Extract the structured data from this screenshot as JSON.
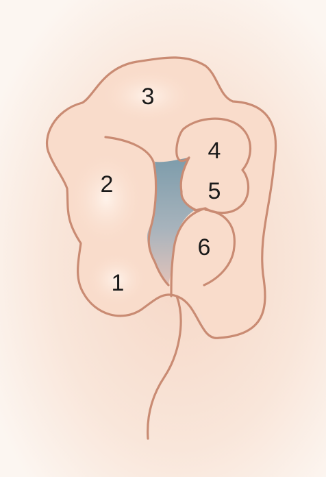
{
  "diagram": {
    "labels": [
      "1",
      "2",
      "3",
      "4",
      "5",
      "6"
    ]
  },
  "colors": {
    "background": "#fbf4ef",
    "body_fill": "#f9ddcd",
    "outline": "#c98b73",
    "cavity_top": "#7d9cab",
    "cavity_bottom": "#d8b7b0"
  }
}
